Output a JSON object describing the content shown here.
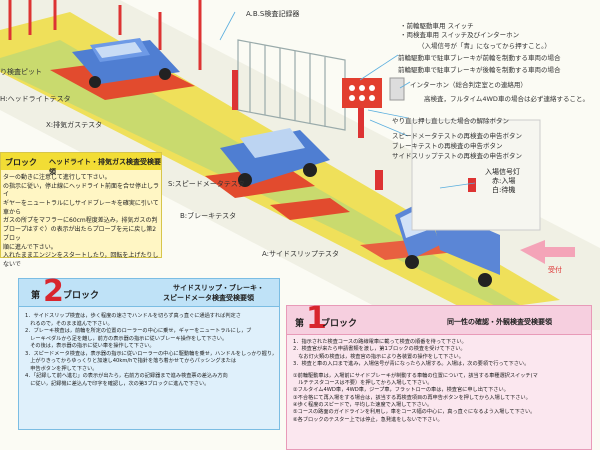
{
  "labels": {
    "abs": "A.B.S検査記録器",
    "pit": "り検査ピット",
    "headlight": "H:ヘッドライトテスタ",
    "exhaust": "X:排気ガステスタ",
    "speed": "S:スピードメータテスタ",
    "brake": "B:ブレーキテスタ",
    "sideslip": "A:サイドスリップテスタ",
    "signal_title": "入場信号灯",
    "signal_red": "赤:入場",
    "signal_wait": "白:待機",
    "reception": "受付"
  },
  "notes": {
    "top1": "・前輪駆動車用 スイッチ",
    "top2": "・両検査車用 スイッチ及びインターホン",
    "top3": "（入場信号が「青」になってから押すこと。）",
    "fwd": "前輪駆動車で駐車ブレーキが前輪を制動する車両の場合",
    "rear": "前輪駆動車で駐車ブレーキが後輪を制動する車両の場合",
    "intercom": "インターホン（総合判定室との連絡用）",
    "fourwd": "高検査，フルタイム4WD車の場合は必ず連絡すること。",
    "redo": "やり直し押し直しした場合の解除ボタン",
    "btn_speed": "スピードメータテストの再検査の申告ボタン",
    "btn_brake": "ブレーキテストの再検査の申告ボタン",
    "btn_side": "サイドスリップテストの再検査の申告ボタン"
  },
  "block3": {
    "label": "ブロック",
    "title": "ヘッドライト・排気ガス検査受検要領",
    "lines": [
      "ターの動きに注意して進行して下さい。",
      "の指示に従い，停止線にヘッドライト前面を合せ停止しライ",
      "ギヤーをニュートラルにしサイドブレーキを確実に引いて車から",
      "ガスの所プをマフラーに60cm程度差込み，排気ガスの判",
      "ブロープはすぐ）の表示が出たらプローブを元に戻し第2ブロッ",
      "順に進んで下さい。",
      "入れたままエンジンをスタートしたり，回転を上げたりしないで"
    ]
  },
  "block2": {
    "dai": "第",
    "num": "2",
    "label": "ブロック",
    "title1": "サイドスリップ・ブレーキ・",
    "title2": "スピードメータ検査受検要領",
    "lines": [
      "1．サイドスリップ検査は，歩く程度の速さでハンドルを切らず真っ直ぐに通過すれば判定さ",
      "　れるので，そのまま進んで下さい。",
      "2．ブレーキ検査は，前輪を所定の位置のローラーの中心に乗せ，ギャーをニュートラルにし，ブ",
      "　レーキペダルから足を離し，前方の表示器の指示に従いブレーキ操作をして下さい。",
      "　その後は，表示器の指示に従い車を操作して下さい。",
      "3．スピードメータ検査は，表示器の指示に従いローラーの中心に駆動輪を乗せ，ハンドルをしっかり握り，",
      "　上がりきってからゆっくりと加速し40km/hで指針を落ち着かせてからパッシングまたは",
      "　申告ボタンを押して下さい。",
      "4．「記録して前へ進む」の表示が出たら，右前方の記録器まで進み検査票の差込み方向",
      "　に従い，記録機に差込んで印字を確認し，次の第3ブロックに進んで下さい。"
    ]
  },
  "block1": {
    "dai": "第",
    "num": "1",
    "label": "ブロック",
    "title": "同一性の確認・外観検査受検要領",
    "lines": [
      "1．指示された検査コースの路線電車に載って検査の順番を待って下さい。",
      "2．検査官が来たら申請書類を渡し，第1ブロックの検査を受けて下さい。",
      "　なお灯火類の検査は，検査官の指示により各装置の操作をして下さい。",
      "3．検査と車の入口まで進み，入場信号が青になったら入場する。入場は，次の要領で行って下さい。",
      "",
      "①前輪駆動車は，入場前にサイドブレーキが制動する車輪の位置について，該当する車種選択スイッチ(マ",
      "　ルチテスタコースは不要）を押してから入場して下さい。",
      "②フルタイム4WD車，4WD車，ジープ車，フラットローの車は，検査官に申し出て下さい。",
      "③不合格にて再入場をする場合は，該当する再検査項目の再申告ボタンを押してから入場して下さい。",
      "④歩く程度のスピードで，平均した速度で入場して下さい。",
      "⑤コースの路面のガイドラインを利用し，車をコース幅の中心に，真っ直ぐになるよう入場して下さい。",
      "⑥各ブロックのテスター上では停止，急発進をしないで下さい。"
    ]
  }
}
